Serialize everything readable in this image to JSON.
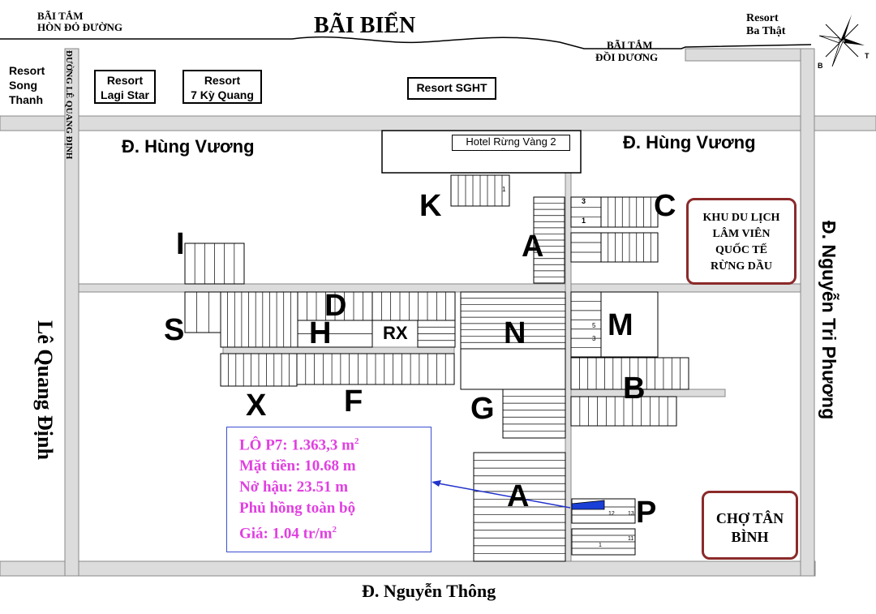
{
  "map": {
    "sea_title": "BÃI BIỂN",
    "beach_left": "BÃI TẮM",
    "beach_left_2": "HÒN ĐỎ ĐƯỜNG",
    "beach_right_1": "BÃI TẮM",
    "beach_right_2": "ĐỒI DƯƠNG",
    "resort_ba_that": "Resort\nBa Thật",
    "resort_song_thanh": "Resort\nSong\nThanh",
    "resort_lagi_star": "Resort\nLagi Star",
    "resort_7_ky_quang": "Resort\n7 Kỳ Quang",
    "resort_sght": "Resort SGHT",
    "hotel_rung_vang": "Hotel Rừng Vàng 2",
    "street_hung_vuong_left": "Đ. Hùng Vương",
    "street_hung_vuong_right": "Đ. Hùng Vương",
    "street_le_quang_dinh_vertical_small": "ĐƯỜNG LÊ QUANG ĐỊNH",
    "street_le_quang_dinh": "Lê Quang Định",
    "street_nguyen_tri_phuong": "Đ. Nguyễn Tri Phương",
    "street_nguyen_thong": "Đ. Nguyễn Thông",
    "khu_du_lich": "KHU DU LỊCH\nLÂM VIÊN\nQUỐC TẾ\nRỪNG DẦU",
    "cho_tan_binh": "CHỢ TÂN\nBÌNH",
    "compass_labels": {
      "b": "B",
      "t": "T"
    },
    "blocks": [
      "K",
      "A",
      "C",
      "I",
      "S",
      "H",
      "D",
      "RX",
      "N",
      "M",
      "X",
      "F",
      "G",
      "B",
      "A",
      "P"
    ]
  },
  "lot_info": {
    "line1": "LÔ P7: 1.363,3 m",
    "line1_sup": "2",
    "line2": "Mặt tiền: 10.68 m",
    "line3": "Nở hậu: 23.51 m",
    "line4": "Phủ hồng toàn bộ",
    "line5": "Giá:  1.04 tr/m",
    "line5_sup": "2"
  },
  "colors": {
    "road": "#dcdcdc",
    "lot_line": "#000000",
    "arrow": "#2233cc",
    "highlight_lot": "#1a3fd6",
    "info_text": "#e040e0",
    "border_red": "#8b2a2a"
  },
  "lot_numbers": [
    "1",
    "3",
    "1",
    "5",
    "3",
    "12",
    "13",
    "1",
    "11"
  ]
}
